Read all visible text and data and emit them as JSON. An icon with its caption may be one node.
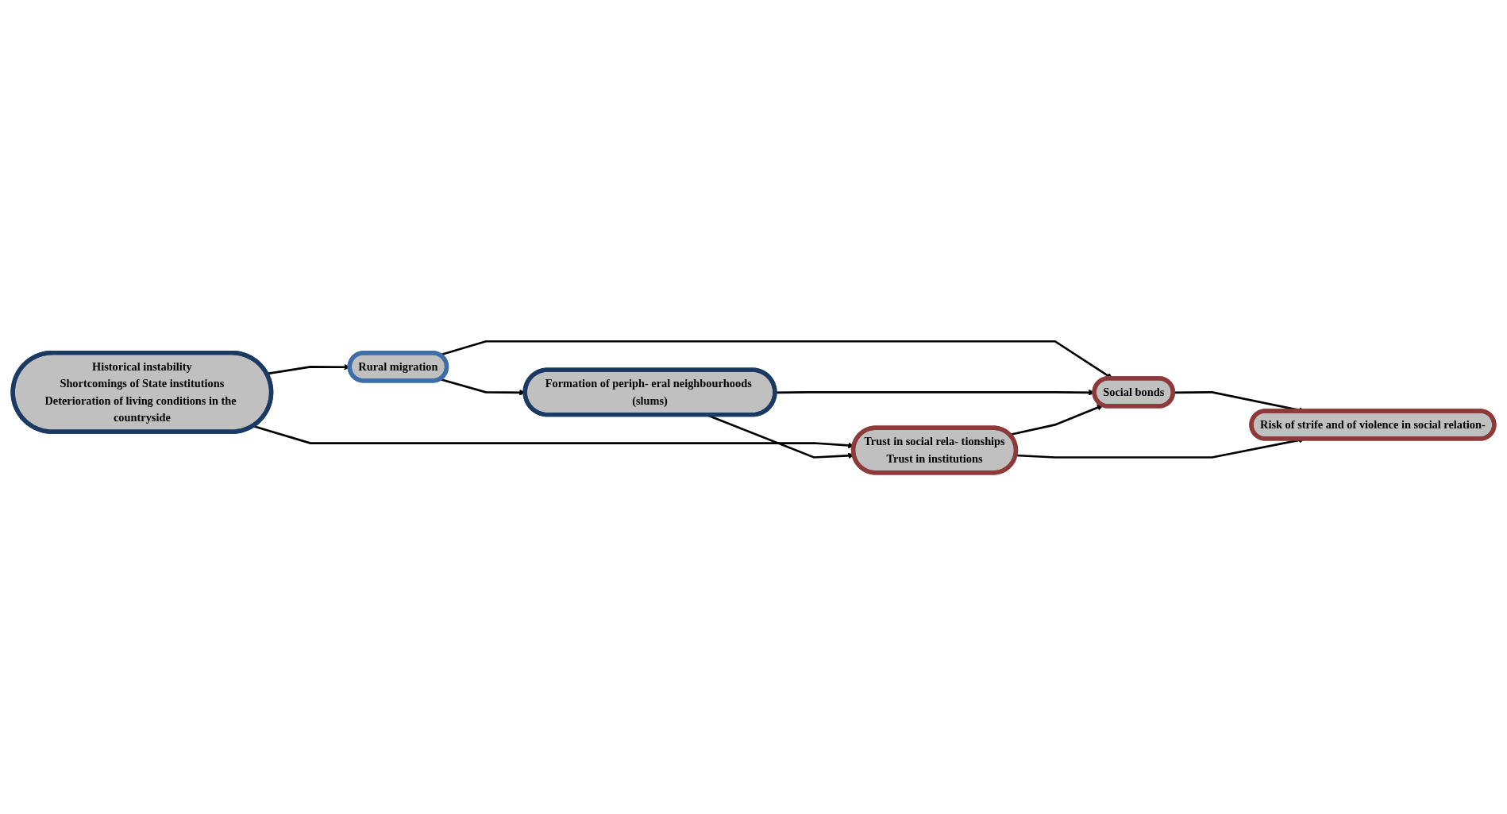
{
  "diagram": {
    "nodes": [
      {
        "text": [
          "Rural migration"
        ]
      },
      {
        "text": [
          "Historical instability",
          "Shortcomings of State institutions",
          "Deterioration of living conditions in the countryside"
        ]
      },
      {
        "text": [
          "Formation of periph- eral neighbourhoods (slums)"
        ]
      },
      {
        "text": [
          "Social bonds"
        ]
      },
      {
        "text": [
          "Trust in social rela- tionships",
          "Trust in institutions"
        ]
      },
      {
        "text": [
          "Risk of strife and of violence in social relation-"
        ]
      }
    ],
    "edges": [
      {
        "from": 1,
        "to": 0,
        "arrow": "to"
      },
      {
        "from": 0,
        "to": 2,
        "arrow": "to"
      },
      {
        "from": 0,
        "to": 3,
        "arrow": "to"
      },
      {
        "from": 2,
        "to": 3,
        "arrow": "to"
      },
      {
        "from": 1,
        "to": 4,
        "arrow": "to"
      },
      {
        "from": 2,
        "to": 4,
        "arrow": "to"
      },
      {
        "from": 4,
        "to": 3,
        "arrow": "to"
      },
      {
        "from": 3,
        "to": 5,
        "arrow": "to"
      },
      {
        "from": 4,
        "to": 5,
        "arrow": "to"
      }
    ]
  }
}
